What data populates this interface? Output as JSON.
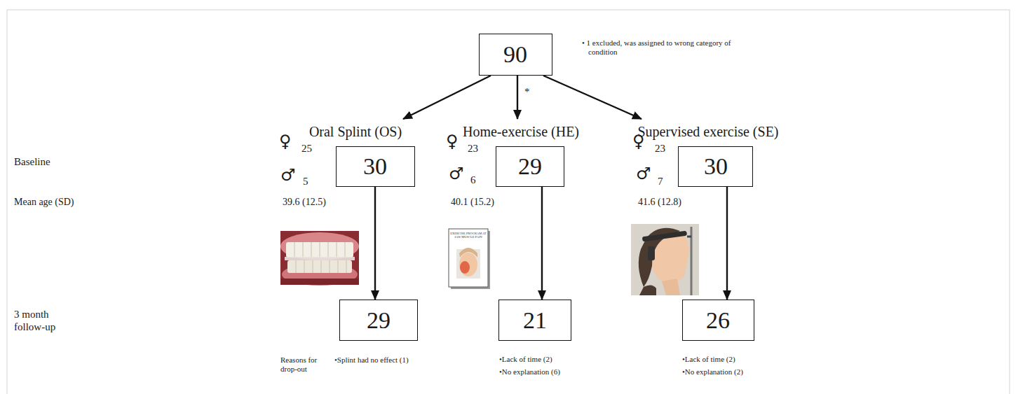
{
  "diagram": {
    "nodes": [
      {
        "text": [
          "90"
        ]
      },
      {
        "text": [
          "Oral Splint (OS)",
          "30"
        ]
      },
      {
        "text": [
          "Home-exercise (HE)",
          "29"
        ]
      },
      {
        "text": [
          "Supervised exercise (SE)",
          "30"
        ]
      },
      {
        "text": [
          "29"
        ]
      },
      {
        "text": [
          "21"
        ]
      },
      {
        "text": [
          "26"
        ]
      }
    ],
    "edges": [
      {
        "from": 0,
        "to": 1,
        "arrow": "to"
      },
      {
        "from": 0,
        "to": 2,
        "label": "*",
        "arrow": "to"
      },
      {
        "from": 0,
        "to": 3,
        "arrow": "to"
      },
      {
        "from": 1,
        "to": 4,
        "arrow": "to"
      },
      {
        "from": 2,
        "to": 5,
        "arrow": "to"
      },
      {
        "from": 3,
        "to": 6,
        "arrow": "to"
      }
    ],
    "labels": [
      "• 1 excluded, was assigned to wrong category of condition",
      "Baseline",
      "♀",
      "25",
      "♂",
      "5",
      "♀",
      "23",
      "♂",
      "6",
      "♀",
      "23",
      "♂",
      "7",
      "Mean age (SD)",
      "39.6 (12.5)",
      "40.1 (15.2)",
      "41.6 (12.8)",
      "EXERCISE PROGRAM AT JAW MUSCLE PAIN",
      "3 month follow-up",
      "Reasons for drop-out",
      "•Splint had no effect (1)",
      "•Lack of time (2)",
      "•No explanation (6)",
      "•Lack of time (2)",
      "•No explanation (2)"
    ]
  }
}
